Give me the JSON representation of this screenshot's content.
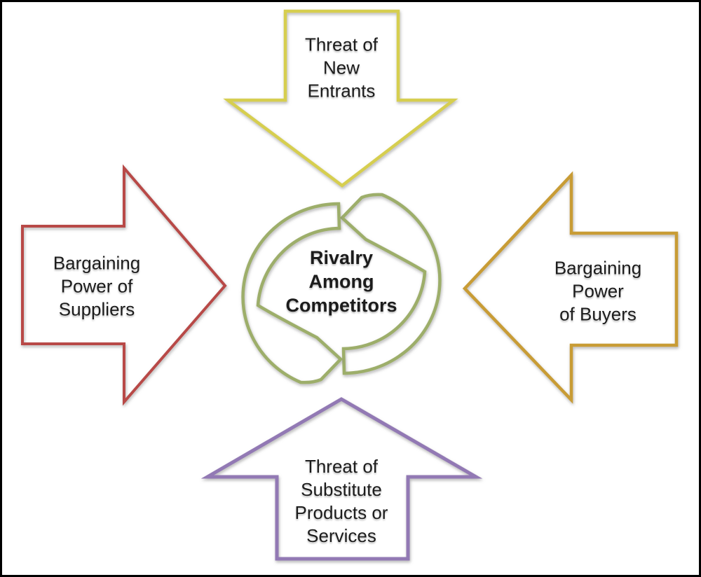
{
  "frame": {
    "border_color": "#000000",
    "background_color": "#FFFFFF"
  },
  "diagram": {
    "type": "five-forces-cycle",
    "text_color": "#1C1C1C",
    "center": {
      "label": "Rivalry\nAmong\nCompetitors",
      "color": "#9DAE6A",
      "shape": "two-arrow-cycle"
    },
    "forces": {
      "top": {
        "label": "Threat of\nNew\nEntrants",
        "color": "#D6CE4F",
        "direction": "down"
      },
      "left": {
        "label": "Bargaining\nPower of\nSuppliers",
        "color": "#B84A47",
        "direction": "right"
      },
      "right": {
        "label": "Bargaining Power\nof Buyers",
        "color": "#C89C35",
        "direction": "left"
      },
      "bottom": {
        "label": "Threat of\nSubstitute\nProducts or\nServices",
        "color": "#9279B4",
        "direction": "up"
      }
    }
  }
}
